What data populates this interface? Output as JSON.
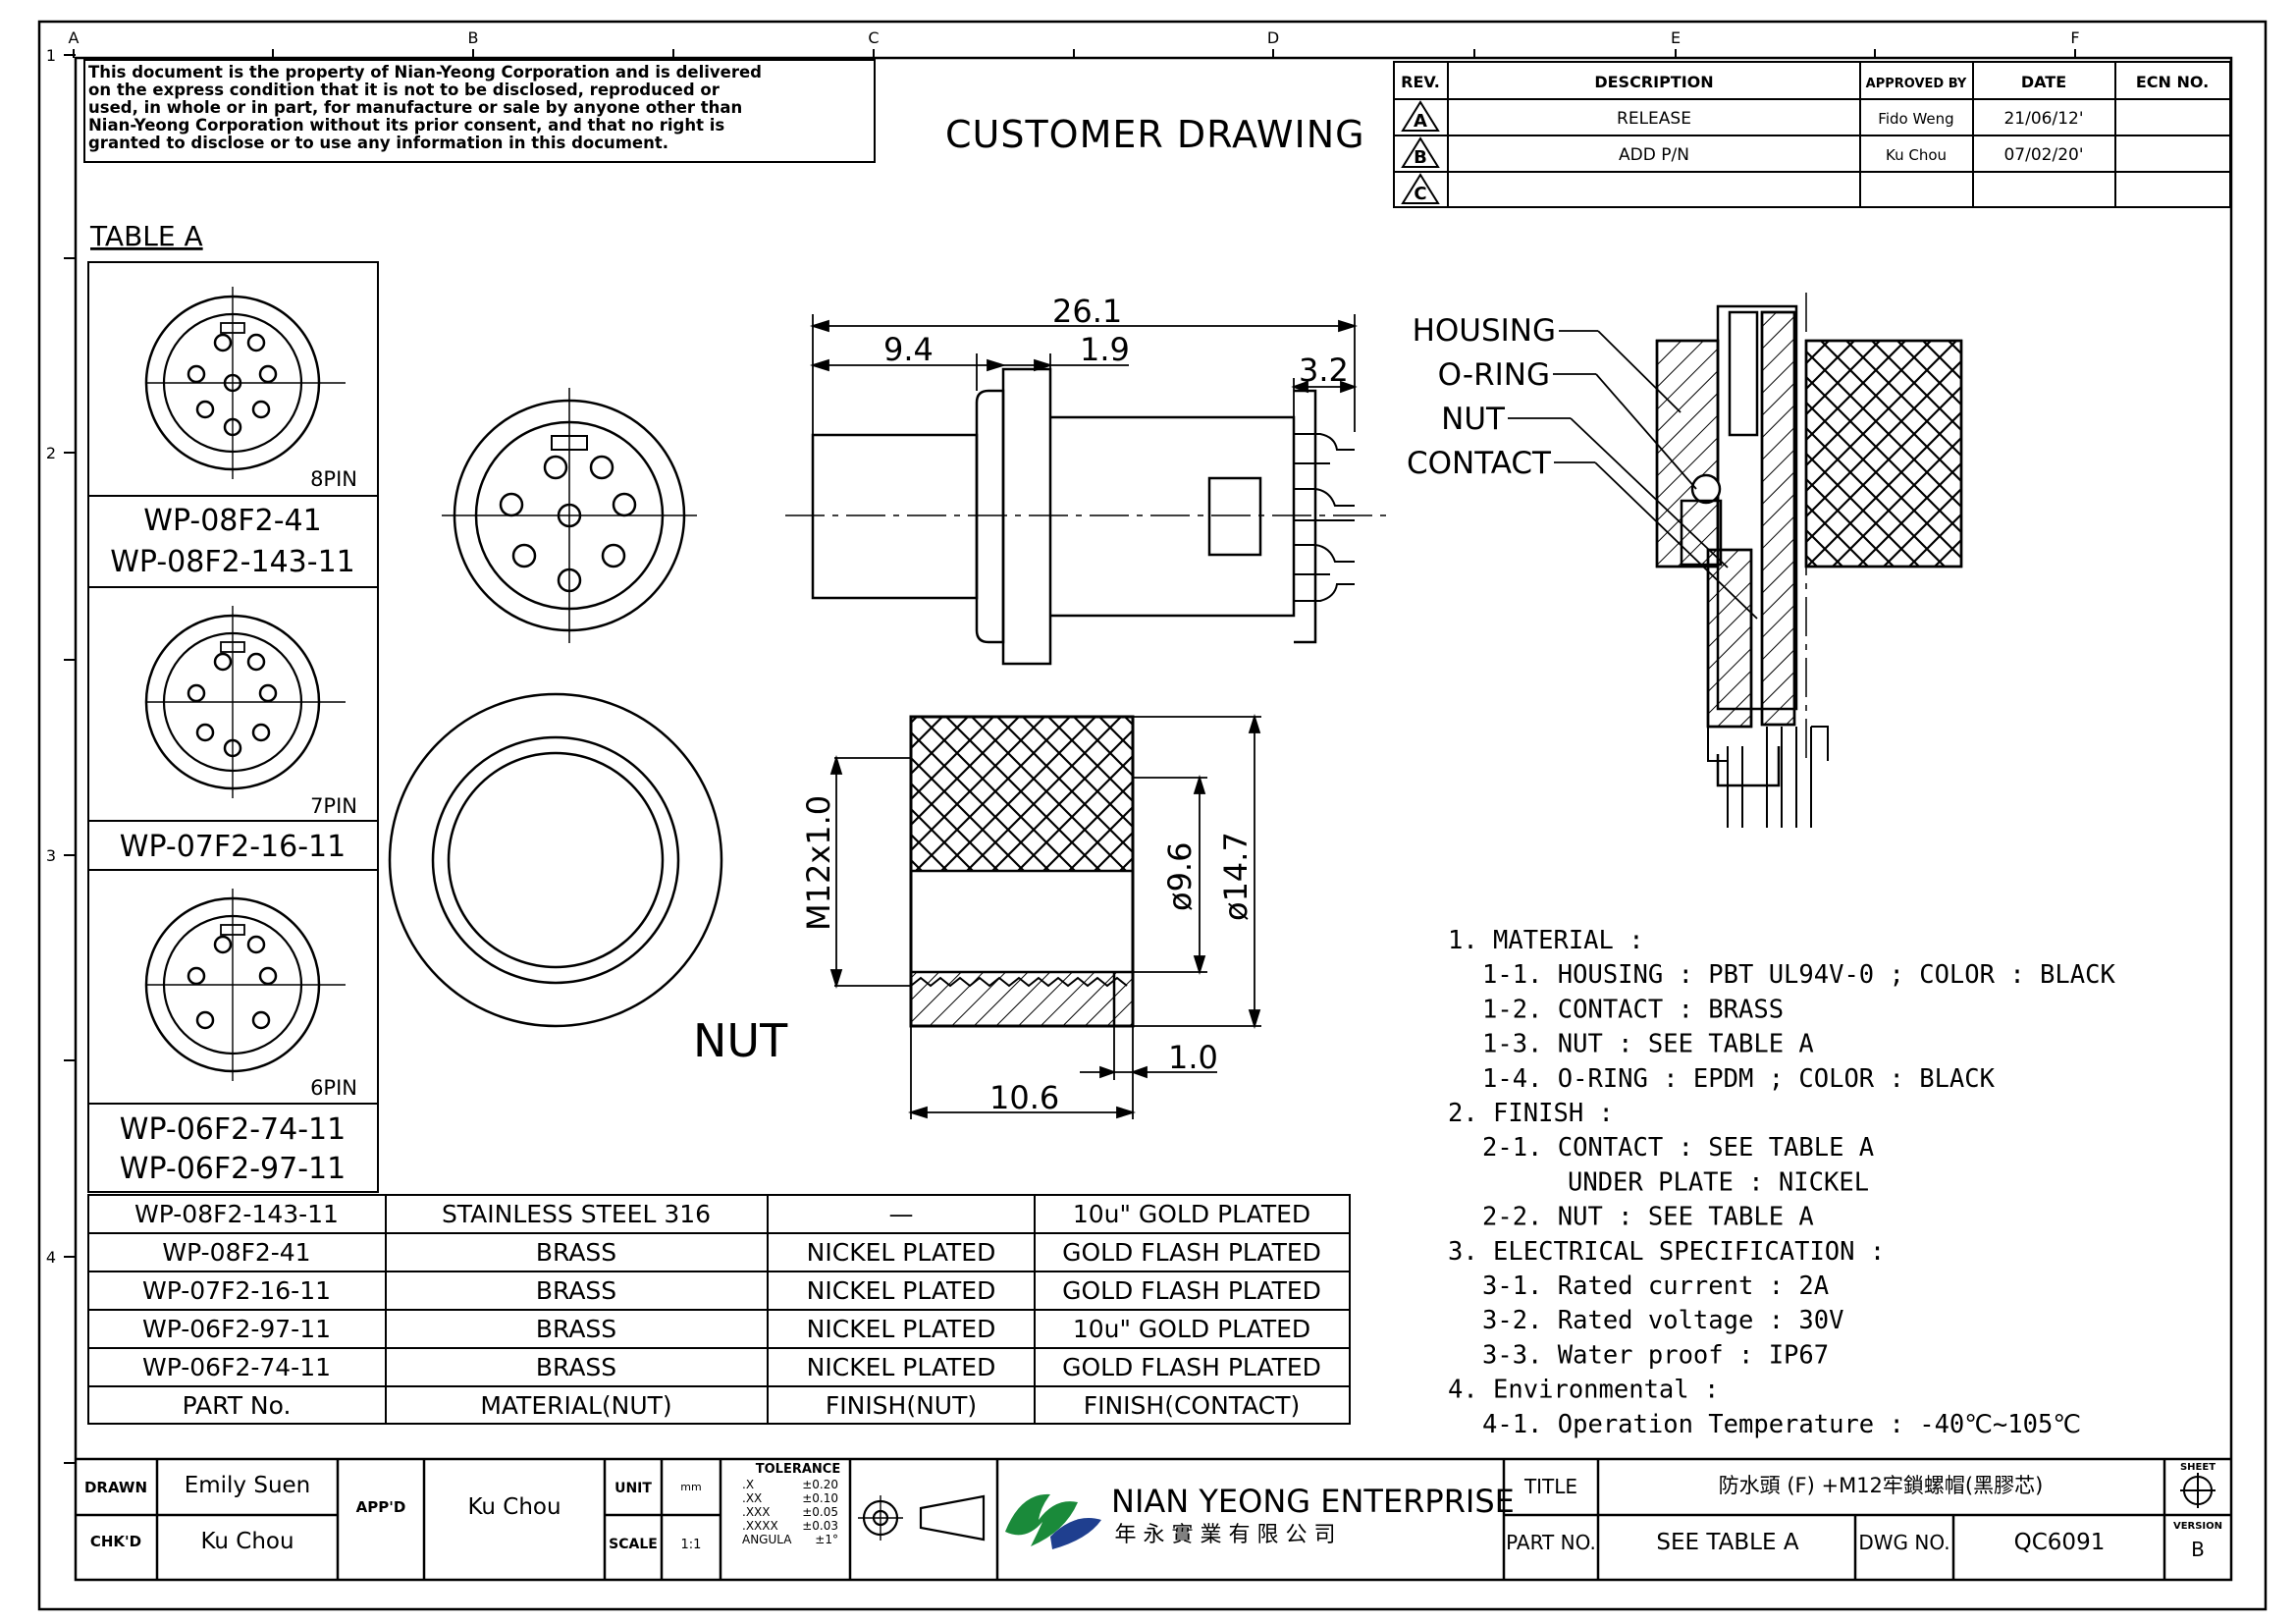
{
  "zones": {
    "columns": [
      "A",
      "B",
      "C",
      "D",
      "E",
      "F"
    ],
    "rows": [
      "1",
      "2",
      "3",
      "4"
    ]
  },
  "notice": [
    "This document is the property of Nian-Yeong Corporation and is delivered",
    "on  the  express condition that it is not to be disclosed, reproduced or",
    "used, in whole or in part, for manufacture or sale by anyone other than",
    "Nian-Yeong Corporation without  its prior consent, and that  no right  is",
    "granted to disclose or to use any information in this  document."
  ],
  "drawing_title": "CUSTOMER  DRAWING",
  "revisions": {
    "headers": [
      "REV.",
      "DESCRIPTION",
      "APPROVED BY",
      "DATE",
      "ECN NO."
    ],
    "rows": [
      {
        "rev": "A",
        "description": "RELEASE",
        "approved": "Fido Weng",
        "date": "21/06/12'",
        "ecn": ""
      },
      {
        "rev": "B",
        "description": "ADD P/N",
        "approved": "Ku Chou",
        "date": "07/02/20'",
        "ecn": ""
      },
      {
        "rev": "C",
        "description": "",
        "approved": "",
        "date": "",
        "ecn": ""
      }
    ]
  },
  "table_a": {
    "title": "TABLE A",
    "cells": [
      {
        "pins": "8PIN",
        "parts": [
          "WP-08F2-41",
          "WP-08F2-143-11"
        ]
      },
      {
        "pins": "7PIN",
        "parts": [
          "WP-07F2-16-11"
        ]
      },
      {
        "pins": "6PIN",
        "parts": [
          "WP-06F2-74-11",
          "WP-06F2-97-11"
        ]
      }
    ]
  },
  "dimensions": {
    "overall": "26.1",
    "left": "9.4",
    "mid": "1.9",
    "right": "3.2",
    "nut_thread": "M12x1.0",
    "nut_inner": "ø9.6",
    "nut_outer": "ø14.7",
    "nut_lip": "1.0",
    "nut_length": "10.6"
  },
  "nut_label": "NUT",
  "section_labels": [
    "HOUSING",
    "O-RING",
    "NUT",
    "CONTACT"
  ],
  "parts_table": {
    "headers": [
      "PART No.",
      "MATERIAL(NUT)",
      "FINISH(NUT)",
      "FINISH(CONTACT)"
    ],
    "rows": [
      [
        "WP-08F2-143-11",
        "STAINLESS  STEEL  316",
        "—",
        "10u\"  GOLD  PLATED"
      ],
      [
        "WP-08F2-41",
        "BRASS",
        "NICKEL  PLATED",
        "GOLD  FLASH  PLATED"
      ],
      [
        "WP-07F2-16-11",
        "BRASS",
        "NICKEL  PLATED",
        "GOLD  FLASH  PLATED"
      ],
      [
        "WP-06F2-97-11",
        "BRASS",
        "NICKEL  PLATED",
        "10u\"  GOLD  PLATED"
      ],
      [
        "WP-06F2-74-11",
        "BRASS",
        "NICKEL  PLATED",
        "GOLD  FLASH  PLATED"
      ]
    ]
  },
  "notes": [
    "1.  MATERIAL  :",
    "1-1.  HOUSING  :  PBT  UL94V-0  ;  COLOR  :  BLACK",
    "1-2.  CONTACT  :  BRASS",
    "1-3.  NUT  :  SEE  TABLE  A",
    "1-4.  O-RING  :  EPDM  ;  COLOR  :  BLACK",
    "2.  FINISH  :",
    "2-1.  CONTACT  :  SEE  TABLE  A",
    "UNDER  PLATE  :  NICKEL",
    "2-2.  NUT  :  SEE  TABLE  A",
    "3.  ELECTRICAL  SPECIFICATION  :",
    "3-1.  Rated  current  :  2A",
    "3-2.  Rated  voltage  :  30V",
    "3-3.  Water  proof  :  IP67",
    "4.  Environmental  :",
    "4-1.  Operation  Temperature  :  -40℃~105℃"
  ],
  "title_block": {
    "drawn_label": "DRAWN",
    "drawn": "Emily Suen",
    "chkd_label": "CHK'D",
    "chkd": "Ku Chou",
    "appd_label": "APP'D",
    "appd": "Ku Chou",
    "unit_label": "UNIT",
    "unit": "mm",
    "scale_label": "SCALE",
    "scale": "1:1",
    "tolerance_title": "TOLERANCE",
    "tolerances": [
      [
        ".X",
        "±0.20"
      ],
      [
        ".XX",
        "±0.10"
      ],
      [
        ".XXX",
        "±0.05"
      ],
      [
        ".XXXX",
        "±0.03"
      ],
      [
        "ANGULA",
        "±1°"
      ]
    ],
    "company": "NIAN YEONG ENTERPRISE",
    "company_cn": "年 永 實 業 有 限 公 司",
    "title_label": "TITLE",
    "title": "防水頭  (F)  +M12牢鎖螺帽(黑膠芯)",
    "partno_label": "PART NO.",
    "partno": "SEE  TABLE  A",
    "dwgno_label": "DWG NO.",
    "dwgno": "QC6091",
    "sheet_label": "SHEET",
    "version_label": "VERSION",
    "version": "B"
  },
  "colors": {
    "ink": "#000000",
    "paper": "#ffffff",
    "logo_green": "#1a8a3a",
    "logo_blue": "#1f3f8f"
  }
}
